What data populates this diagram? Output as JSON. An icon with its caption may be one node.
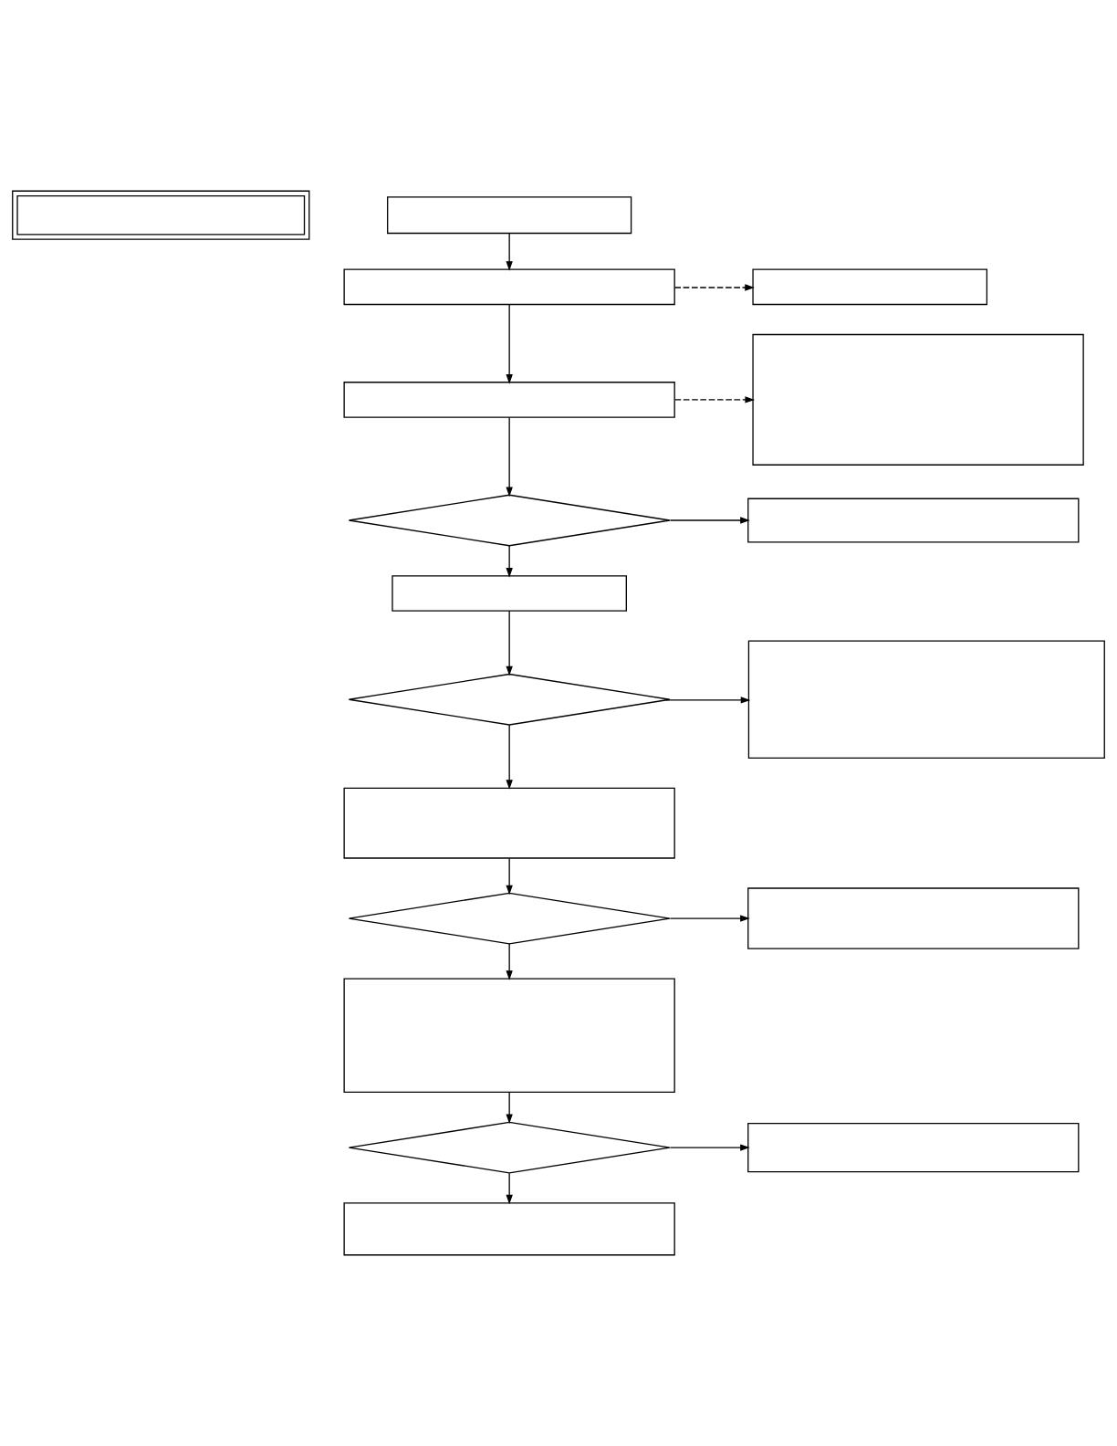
{
  "diagram": {
    "nodes": [
      {
        "text": [],
        "shape": "box"
      },
      {
        "text": [],
        "shape": "box"
      },
      {
        "text": [],
        "shape": "box"
      },
      {
        "text": [],
        "shape": "box"
      },
      {
        "text": [],
        "shape": "box"
      },
      {
        "text": [],
        "shape": "box"
      },
      {
        "text": [],
        "shape": "diamond"
      },
      {
        "text": [],
        "shape": "box"
      },
      {
        "text": [],
        "shape": "box"
      },
      {
        "text": [],
        "shape": "diamond"
      },
      {
        "text": [],
        "shape": "box"
      },
      {
        "text": [],
        "shape": "box"
      },
      {
        "text": [],
        "shape": "diamond"
      },
      {
        "text": [],
        "shape": "box"
      },
      {
        "text": [],
        "shape": "box"
      },
      {
        "text": [],
        "shape": "diamond"
      },
      {
        "text": [],
        "shape": "box"
      },
      {
        "text": [],
        "shape": "box"
      }
    ],
    "edges": [
      {
        "from": 1,
        "to": 2,
        "arrow": "to"
      },
      {
        "from": 2,
        "to": 3,
        "arrow": "to",
        "style": "dashed"
      },
      {
        "from": 2,
        "to": 4,
        "arrow": "to"
      },
      {
        "from": 4,
        "to": 5,
        "arrow": "to",
        "style": "dashed"
      },
      {
        "from": 4,
        "to": 6,
        "arrow": "to"
      },
      {
        "from": 6,
        "to": 8,
        "arrow": "to"
      },
      {
        "from": 6,
        "to": 7,
        "arrow": "to"
      },
      {
        "from": 8,
        "to": 9,
        "arrow": "to"
      },
      {
        "from": 9,
        "to": 11,
        "arrow": "to"
      },
      {
        "from": 9,
        "to": 10,
        "arrow": "to"
      },
      {
        "from": 11,
        "to": 12,
        "arrow": "to"
      },
      {
        "from": 12,
        "to": 14,
        "arrow": "to"
      },
      {
        "from": 12,
        "to": 13,
        "arrow": "to"
      },
      {
        "from": 14,
        "to": 15,
        "arrow": "to"
      },
      {
        "from": 15,
        "to": 17,
        "arrow": "to"
      },
      {
        "from": 15,
        "to": 16,
        "arrow": "to"
      }
    ]
  }
}
